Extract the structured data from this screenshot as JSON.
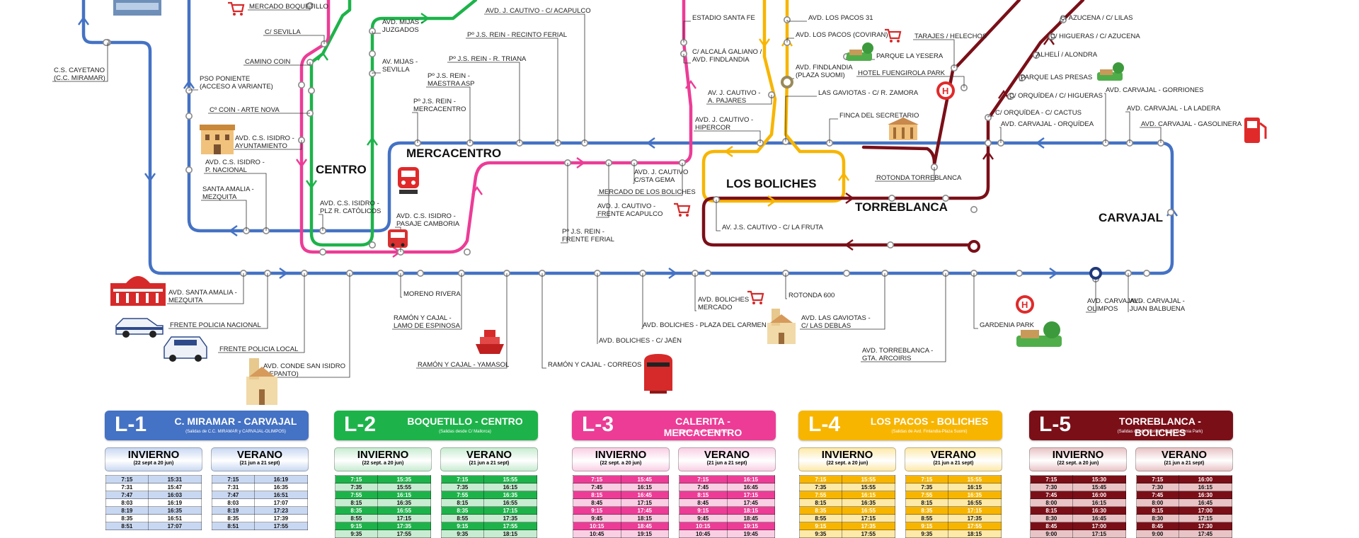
{
  "colors": {
    "L1": "#4472c4",
    "L2": "#1db34a",
    "L3": "#ec3c96",
    "L4": "#f7b500",
    "L5": "#7a0f18"
  },
  "areas": {
    "centro": "CENTRO",
    "mercacentro": "MERCACENTRO",
    "los_boliches": "LOS BOLICHES",
    "torreblanca": "TORREBLANCA",
    "carvajal": "CARVAJAL"
  },
  "stops": [
    {
      "id": "s_miramar",
      "text": [
        "C.S. CAYETANO",
        "(C.C. MIRAMAR)"
      ]
    },
    {
      "id": "s_boquetillo",
      "text": [
        "MERCADO BOQUETILLO"
      ]
    },
    {
      "id": "s_sevilla",
      "text": [
        "C/ SEVILLA"
      ]
    },
    {
      "id": "s_camino",
      "text": [
        "CAMINO COIN"
      ]
    },
    {
      "id": "s_pso",
      "text": [
        "PSO PONIENTE",
        "(ACCESO A VARIANTE)"
      ]
    },
    {
      "id": "s_coin",
      "text": [
        "Cº COIN - ARTE NOVA"
      ]
    },
    {
      "id": "s_ayto",
      "text": [
        "AVD. C.S. ISIDRO -",
        "AYUNTAMIENTO"
      ]
    },
    {
      "id": "s_pnac",
      "text": [
        "AVD. C.S. ISIDRO -",
        "P. NACIONAL"
      ]
    },
    {
      "id": "s_samalia",
      "text": [
        "SANTA AMALIA -",
        "MEZQUITA"
      ]
    },
    {
      "id": "s_plzr",
      "text": [
        "AVD. C.S. ISIDRO -",
        "PLZ R. CATÓLICOS"
      ]
    },
    {
      "id": "s_pasaje",
      "text": [
        "AVD. C.S. ISIDRO -",
        "PASAJE CAMBORIA"
      ]
    },
    {
      "id": "s_juzg",
      "text": [
        "AVD. MIJAS -",
        "JUZGADOS"
      ]
    },
    {
      "id": "s_mijsev",
      "text": [
        "AV. MIJAS -",
        "SEVILLA"
      ]
    },
    {
      "id": "s_acap",
      "text": [
        "AVD. J. CAUTIVO - C/ ACAPULCO"
      ]
    },
    {
      "id": "s_reinferial",
      "text": [
        "Pº J.S. REIN - RECINTO FERIAL"
      ]
    },
    {
      "id": "s_triana",
      "text": [
        "Pº J.S. REIN - R. TRIANA"
      ]
    },
    {
      "id": "s_maestra",
      "text": [
        "Pº J.S. REIN -",
        "MAESTRA ASP"
      ]
    },
    {
      "id": "s_merca",
      "text": [
        "Pº J.S. REIN -",
        "MERCACENTRO"
      ]
    },
    {
      "id": "s_estadio",
      "text": [
        "ESTADIO SANTA FE"
      ]
    },
    {
      "id": "s_alcala",
      "text": [
        "C/ ALCALÁ GALIANO /",
        "AVD. FINDLANDIA"
      ]
    },
    {
      "id": "s_pajares",
      "text": [
        "AV. J. CAUTIVO -",
        "A. PAJARES"
      ]
    },
    {
      "id": "s_hiper",
      "text": [
        "AVD. J. CAUTIVO -",
        "HIPERCOR"
      ]
    },
    {
      "id": "s_pacos31",
      "text": [
        "AVD. LOS PACOS 31"
      ]
    },
    {
      "id": "s_covi",
      "text": [
        "AVD. LOS PACOS (COVIRAN)"
      ]
    },
    {
      "id": "s_findl",
      "text": [
        "AVD. FINDLANDIA",
        "(PLAZA SUOMI)"
      ]
    },
    {
      "id": "s_gaviotas",
      "text": [
        "LAS GAVIOTAS - C/ R. ZAMORA"
      ]
    },
    {
      "id": "s_finca",
      "text": [
        "FINCA DEL SECRETARIO"
      ]
    },
    {
      "id": "s_rotorre",
      "text": [
        "ROTONDA TORREBLANCA"
      ]
    },
    {
      "id": "s_yesera",
      "text": [
        "PARQUE LA YESERA"
      ]
    },
    {
      "id": "s_tarajes",
      "text": [
        "TARAJES / HELECHOS"
      ]
    },
    {
      "id": "s_hotelfg",
      "text": [
        "HOTEL FUENGIROLA PARK"
      ]
    },
    {
      "id": "s_azucena",
      "text": [
        "C/ AZUCENA / C/ LILAS"
      ]
    },
    {
      "id": "s_higueras",
      "text": [
        "C/ HIGUERAS / C/ AZUCENA"
      ]
    },
    {
      "id": "s_alheli",
      "text": [
        "ALHELÍ / ALONDRA"
      ]
    },
    {
      "id": "s_presas",
      "text": [
        "PARQUE LAS PRESAS"
      ]
    },
    {
      "id": "s_orqhig",
      "text": [
        "C/ ORQUÍDEA / C/ HIGUERAS"
      ]
    },
    {
      "id": "s_orqcac",
      "text": [
        "C/ ORQUÍDEA - C/ CACTUS"
      ]
    },
    {
      "id": "s_carvorq",
      "text": [
        "AVD. CARVAJAL - ORQUÍDEA"
      ]
    },
    {
      "id": "s_gorr",
      "text": [
        "AVD. CARVAJAL - GORRIONES"
      ]
    },
    {
      "id": "s_ladera",
      "text": [
        "AVD. CARVAJAL - LA LADERA"
      ]
    },
    {
      "id": "s_gasol",
      "text": [
        "AVD. CARVAJAL - GASOLINERA"
      ]
    },
    {
      "id": "s_cstagema",
      "text": [
        "AVD. J. CAUTIVO",
        "C/STA GEMA"
      ]
    },
    {
      "id": "s_mercbol",
      "text": [
        "MERCADO DE LOS BOLICHES"
      ]
    },
    {
      "id": "s_frenteacap",
      "text": [
        "AVD. J. CAUTIVO -",
        "FRENTE ACAPULCO"
      ]
    },
    {
      "id": "s_frenteferial",
      "text": [
        "Pº J.S. REIN -",
        "FRENTE FERIAL"
      ]
    },
    {
      "id": "s_fruta",
      "text": [
        "AV. J.S. CAUTIVO - C/ LA FRUTA"
      ]
    },
    {
      "id": "s_samalia2",
      "text": [
        "AVD. SANTA AMALIA -",
        "MEZQUITA"
      ]
    },
    {
      "id": "s_fpn",
      "text": [
        "FRENTE POLICIA NACIONAL"
      ]
    },
    {
      "id": "s_fpl",
      "text": [
        "FRENTE POLICIA LOCAL"
      ]
    },
    {
      "id": "s_lepanto",
      "text": [
        "AVD. CONDE SAN ISIDRO",
        "(LEPANTO)"
      ]
    },
    {
      "id": "s_moreno",
      "text": [
        "MORENO RIVERA"
      ]
    },
    {
      "id": "s_lamo",
      "text": [
        "RAMÓN Y CAJAL -",
        "LAMO DE ESPINOSA"
      ]
    },
    {
      "id": "s_yamasol",
      "text": [
        "RAMÓN Y CAJAL - YAMASOL"
      ]
    },
    {
      "id": "s_correos",
      "text": [
        "RAMÓN Y CAJAL - CORREOS"
      ]
    },
    {
      "id": "s_jaen",
      "text": [
        "AVD. BOLICHES - C/ JAÉN"
      ]
    },
    {
      "id": "s_pcarmen",
      "text": [
        "AVD. BOLICHES - PLAZA DEL CARMEN"
      ]
    },
    {
      "id": "s_bolmerc",
      "text": [
        "AVD. BOLICHES",
        "MERCADO"
      ]
    },
    {
      "id": "s_ro600",
      "text": [
        "ROTONDA 600"
      ]
    },
    {
      "id": "s_deblas",
      "text": [
        "AVD. LAS GAVIOTAS -",
        "C/ LAS DEBLAS"
      ]
    },
    {
      "id": "s_arcoiris",
      "text": [
        "AVD. TORREBLANCA -",
        "GTA. ARCOIRIS"
      ]
    },
    {
      "id": "s_gardenia",
      "text": [
        "GARDENIA PARK"
      ]
    },
    {
      "id": "s_olimpos",
      "text": [
        "AVD. CARVAJAL -",
        "OLIMPOS"
      ]
    },
    {
      "id": "s_balbuena",
      "text": [
        "AVD. CARVAJAL -",
        "JUAN BALBUENA"
      ]
    }
  ],
  "schedules": [
    {
      "code": "L-1",
      "route": "C. MIRAMAR - CARVAJAL",
      "note": "(Salidas de C.C. MIRAMAR y CARVAJAL-OLIMPOS)",
      "color": "#4472c4",
      "shade": "#c9d8f2",
      "dark": "#2f5597",
      "text_color": "#ffffff",
      "winter": {
        "title": "INVIERNO",
        "dates": "(22 sept a 20 jun)",
        "rows": [
          [
            "7:15",
            "15:31"
          ],
          [
            "7:31",
            "15:47"
          ],
          [
            "7:47",
            "16:03"
          ],
          [
            "8:03",
            "16:19"
          ],
          [
            "8:19",
            "16:35"
          ],
          [
            "8:35",
            "16:51"
          ],
          [
            "8:51",
            "17:07"
          ]
        ]
      },
      "summer": {
        "title": "VERANO",
        "dates": "(21 jun a 21 sept)",
        "rows": [
          [
            "7:15",
            "16:19"
          ],
          [
            "7:31",
            "16:35"
          ],
          [
            "7:47",
            "16:51"
          ],
          [
            "8:03",
            "17:07"
          ],
          [
            "8:19",
            "17:23"
          ],
          [
            "8:35",
            "17:39"
          ],
          [
            "8:51",
            "17:55"
          ]
        ]
      }
    },
    {
      "code": "L-2",
      "route": "BOQUETILLO - CENTRO",
      "note": "(Salidas desde C/ Mallorca)",
      "color": "#1db34a",
      "shade": "#c8ecd1",
      "dark": "#12933a",
      "text_color": "#ffffff",
      "winter": {
        "title": "INVIERNO",
        "dates": "(22 sept. a 20 jun)",
        "rows": [
          [
            "7:15",
            "15:35"
          ],
          [
            "7:35",
            "15:55"
          ],
          [
            "7:55",
            "16:15"
          ],
          [
            "8:15",
            "16:35"
          ],
          [
            "8:35",
            "16:55"
          ],
          [
            "8:55",
            "17:15"
          ],
          [
            "9:15",
            "17:35"
          ],
          [
            "9:35",
            "17:55"
          ]
        ]
      },
      "summer": {
        "title": "VERANO",
        "dates": "(21 jun a 21 sept)",
        "rows": [
          [
            "7:15",
            "15:55"
          ],
          [
            "7:35",
            "16:15"
          ],
          [
            "7:55",
            "16:35"
          ],
          [
            "8:15",
            "16:55"
          ],
          [
            "8:35",
            "17:15"
          ],
          [
            "8:55",
            "17:35"
          ],
          [
            "9:15",
            "17:55"
          ],
          [
            "9:35",
            "18:15"
          ]
        ]
      }
    },
    {
      "code": "L-3",
      "route": "CALERITA - MERCACENTRO",
      "note": "(Salidas desde C/ Calerita)",
      "color": "#ec3c96",
      "shade": "#f9cfe4",
      "dark": "#c8207a",
      "text_color": "#ffffff",
      "winter": {
        "title": "INVIERNO",
        "dates": "(22 sept. a 20 jun)",
        "rows": [
          [
            "7:15",
            "15:45"
          ],
          [
            "7:45",
            "16:15"
          ],
          [
            "8:15",
            "16:45"
          ],
          [
            "8:45",
            "17:15"
          ],
          [
            "9:15",
            "17:45"
          ],
          [
            "9:45",
            "18:15"
          ],
          [
            "10:15",
            "18:45"
          ],
          [
            "10:45",
            "19:15"
          ]
        ]
      },
      "summer": {
        "title": "VERANO",
        "dates": "(21 jun a 21 sept)",
        "rows": [
          [
            "7:15",
            "16:15"
          ],
          [
            "7:45",
            "16:45"
          ],
          [
            "8:15",
            "17:15"
          ],
          [
            "8:45",
            "17:45"
          ],
          [
            "9:15",
            "18:15"
          ],
          [
            "9:45",
            "18:45"
          ],
          [
            "10:15",
            "19:15"
          ],
          [
            "10:45",
            "19:45"
          ]
        ]
      }
    },
    {
      "code": "L-4",
      "route": "LOS PACOS - BOLICHES",
      "note": "(Salidas de Avd. Finlandia-Plaza Suomi)",
      "color": "#f7b500",
      "shade": "#fde9a8",
      "dark": "#e0a000",
      "text_color": "#ffffff",
      "winter": {
        "title": "INVIERNO",
        "dates": "(22 sept. a 20 jun)",
        "rows": [
          [
            "7:15",
            "15:55"
          ],
          [
            "7:35",
            "15:55"
          ],
          [
            "7:55",
            "16:15"
          ],
          [
            "8:15",
            "16:35"
          ],
          [
            "8:35",
            "16:55"
          ],
          [
            "8:55",
            "17:15"
          ],
          [
            "9:15",
            "17:35"
          ],
          [
            "9:35",
            "17:55"
          ]
        ]
      },
      "summer": {
        "title": "VERANO",
        "dates": "(21 jun a 21 sept)",
        "rows": [
          [
            "7:15",
            "15:55"
          ],
          [
            "7:35",
            "16:15"
          ],
          [
            "7:55",
            "16:35"
          ],
          [
            "8:15",
            "16:55"
          ],
          [
            "8:35",
            "17:15"
          ],
          [
            "8:55",
            "17:35"
          ],
          [
            "9:15",
            "17:55"
          ],
          [
            "9:35",
            "18:15"
          ]
        ]
      }
    },
    {
      "code": "L-5",
      "route": "TORREBLANCA - BOLICHES",
      "note": "(Salidas desde Glorieta Hotel Gardenia Park)",
      "color": "#7a0f18",
      "shade": "#e9c4c6",
      "dark": "#5a0a10",
      "text_color": "#ffffff",
      "winter": {
        "title": "INVIERNO",
        "dates": "(22 sept. a 20 jun)",
        "rows": [
          [
            "7:15",
            "15:30"
          ],
          [
            "7:30",
            "15:45"
          ],
          [
            "7:45",
            "16:00"
          ],
          [
            "8:00",
            "16:15"
          ],
          [
            "8:15",
            "16:30"
          ],
          [
            "8:30",
            "16:45"
          ],
          [
            "8:45",
            "17:00"
          ],
          [
            "9:00",
            "17:15"
          ]
        ]
      },
      "summer": {
        "title": "VERANO",
        "dates": "(21 jun a 21 sept)",
        "rows": [
          [
            "7:15",
            "16:00"
          ],
          [
            "7:30",
            "16:15"
          ],
          [
            "7:45",
            "16:30"
          ],
          [
            "8:00",
            "16:45"
          ],
          [
            "8:15",
            "17:00"
          ],
          [
            "8:30",
            "17:15"
          ],
          [
            "8:45",
            "17:30"
          ],
          [
            "9:00",
            "17:45"
          ]
        ]
      }
    }
  ]
}
